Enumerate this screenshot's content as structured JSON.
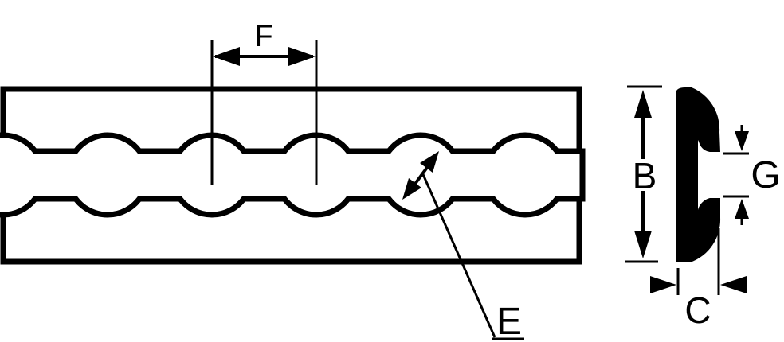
{
  "diagram": {
    "type": "technical-drawing",
    "colors": {
      "background": "#ffffff",
      "line": "#000000",
      "fill": "#000000"
    },
    "plan_view": {
      "description": "top view of slotted trim strip with chain of circular holes",
      "pitch_label": "F",
      "hole_diameter_label": "E"
    },
    "cross_section": {
      "description": "end view of C-channel profile, filled black",
      "height_label": "B",
      "gap_label": "G",
      "width_label": "C"
    }
  }
}
